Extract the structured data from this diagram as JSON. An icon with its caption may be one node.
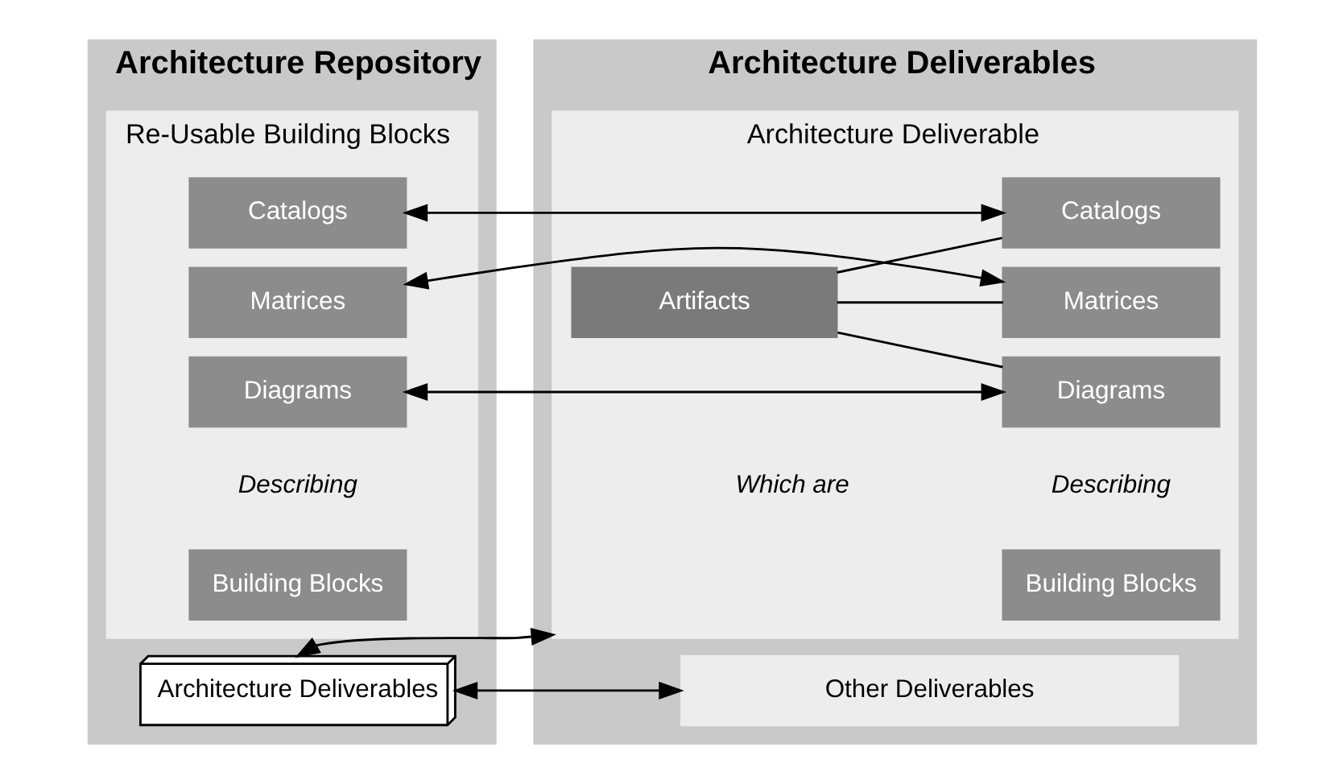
{
  "diagram": {
    "nodes": [
      {
        "text": [
          "Architecture Deliverables"
        ]
      },
      {
        "text": [
          "Architecture Deliverable"
        ],
        "in": 0
      },
      {
        "text": [
          "Artifacts"
        ],
        "in": 1
      },
      {
        "text": [
          "Catalogs"
        ],
        "in": 1
      },
      {
        "text": [
          "Matrices"
        ],
        "in": 1
      },
      {
        "text": [
          "Diagrams"
        ],
        "in": 1
      },
      {
        "text": [
          "Building Blocks"
        ],
        "in": 1
      },
      {
        "text": [
          "Other Deliverables"
        ],
        "in": 0
      },
      {
        "text": [
          "Architecture Repository"
        ]
      },
      {
        "text": [
          "Re-Usable Building Blocks"
        ],
        "in": 8
      },
      {
        "text": [
          "Catalogs"
        ],
        "in": 9
      },
      {
        "text": [
          "Matrices"
        ],
        "in": 9
      },
      {
        "text": [
          "Diagrams"
        ],
        "in": 9
      },
      {
        "text": [
          "Building Blocks"
        ],
        "in": 9
      },
      {
        "text": [
          "Architecture Deliverables"
        ],
        "in": 8
      }
    ],
    "edges": [
      {
        "from": 2,
        "to": 3,
        "arrow": "none"
      },
      {
        "from": 2,
        "to": 4,
        "arrow": "none"
      },
      {
        "from": 2,
        "to": 5,
        "arrow": "none"
      },
      {
        "from": 3,
        "to": 10,
        "arrow": "both"
      },
      {
        "from": 4,
        "to": 11,
        "arrow": "both"
      },
      {
        "from": 5,
        "to": 12,
        "arrow": "both"
      },
      {
        "from": 1,
        "to": 14,
        "arrow": "both"
      },
      {
        "from": 7,
        "to": 14,
        "arrow": "both"
      }
    ],
    "labels": [
      "Which are",
      "Describing",
      "Describing"
    ]
  }
}
